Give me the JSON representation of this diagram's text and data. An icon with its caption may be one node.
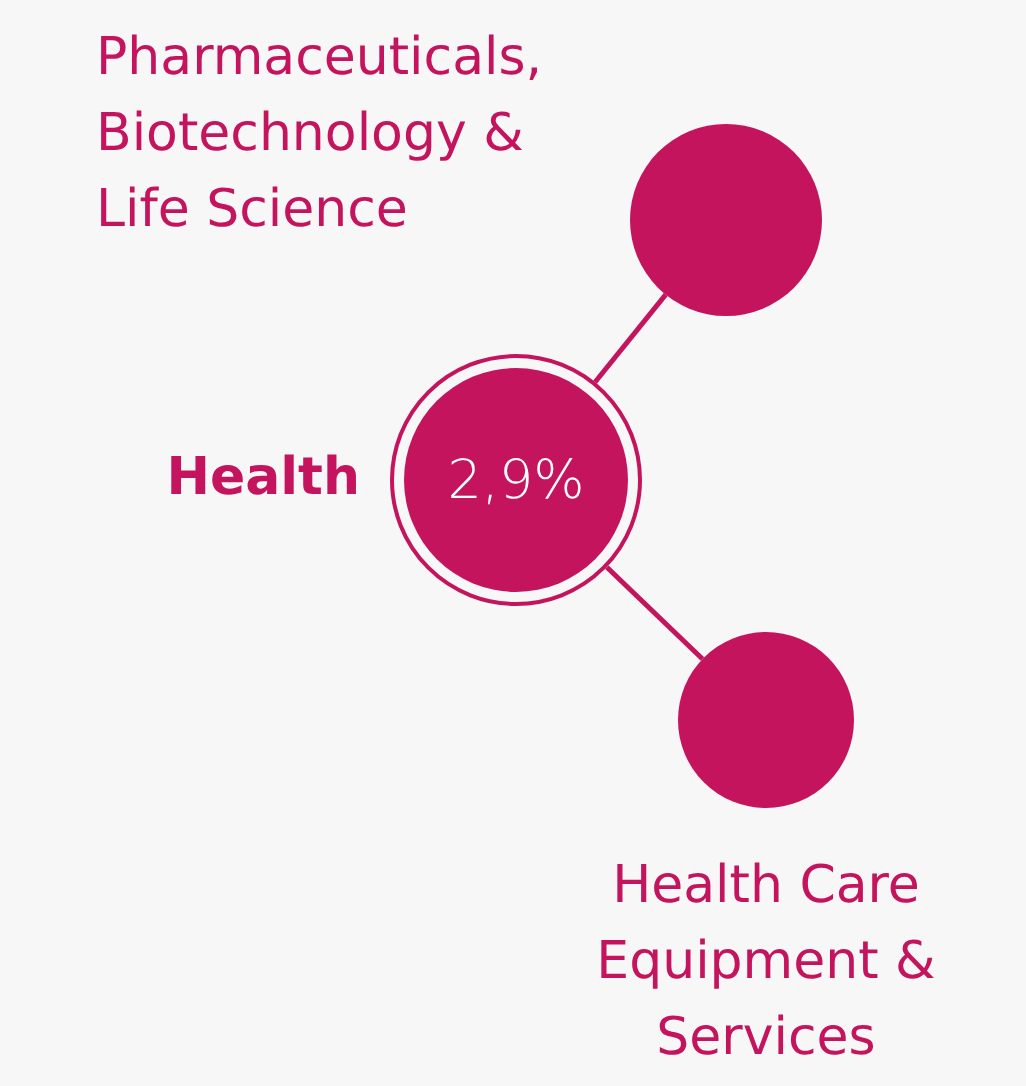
{
  "diagram": {
    "nodes": [
      {
        "text": [
          "2,9%"
        ],
        "beside": [
          "Health"
        ]
      },
      {
        "text": [],
        "shape": "circle",
        "beside": [
          "Pharmaceuticals, Biotechnology & Life Science"
        ]
      },
      {
        "text": [],
        "shape": "circle",
        "beside": [
          "Health Care Equipment & Services"
        ]
      }
    ],
    "edges": [
      {
        "from": 0,
        "to": 1,
        "arrow": "none"
      },
      {
        "from": 0,
        "to": 2,
        "arrow": "none"
      }
    ]
  }
}
